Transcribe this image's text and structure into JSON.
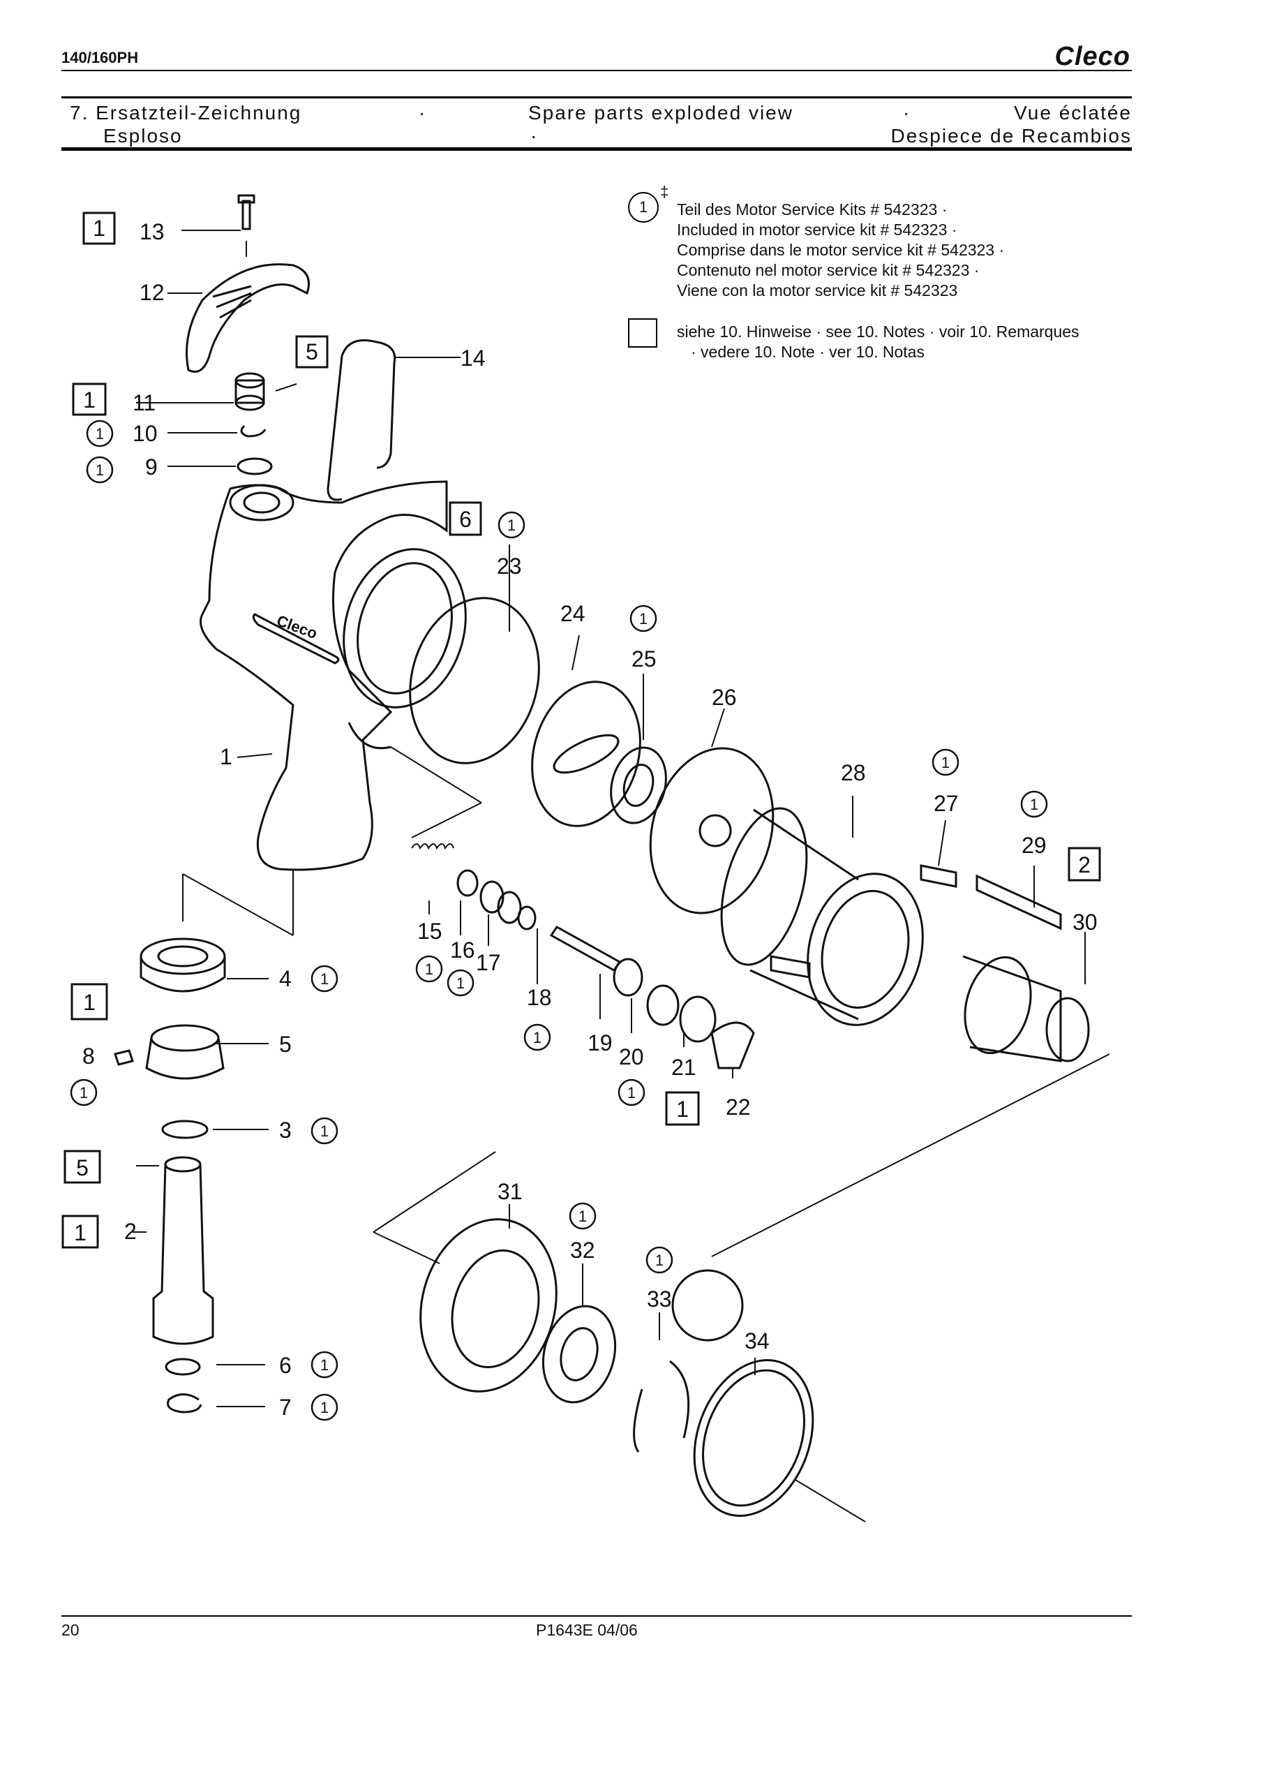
{
  "header": {
    "model": "140/160PH",
    "brand": "Cleco"
  },
  "section": {
    "line1_left": "7.  Ersatzteil-Zeichnung",
    "line1_sep1": "·",
    "line1_mid": "Spare parts exploded view",
    "line1_sep2": "·",
    "line1_right": "Vue éclatée",
    "line2_left": "Esploso",
    "line2_mid": "·",
    "line2_right": "Despiece de Recambios"
  },
  "legend": {
    "kit_symbol": "1",
    "kit_mark": "‡",
    "kit_lines": [
      "Teil des Motor Service Kits # 542323  ·",
      "Included in motor service kit # 542323 ·",
      "Comprise dans le motor service kit  # 542323  ·",
      "Contenuto nel motor service kit # 542323  ·",
      "Viene con la motor service kit # 542323"
    ],
    "note_lines": [
      "siehe 10. Hinweise  ·  see 10. Notes  ·  voir 10. Remarques",
      "·  vedere 10. Note  ·  ver 10. Notas"
    ]
  },
  "part_numbers": [
    "1",
    "2",
    "3",
    "4",
    "5",
    "6",
    "7",
    "8",
    "9",
    "10",
    "11",
    "12",
    "13",
    "14",
    "15",
    "16",
    "17",
    "18",
    "19",
    "20",
    "21",
    "22",
    "23",
    "24",
    "25",
    "26",
    "27",
    "28",
    "29",
    "30",
    "31",
    "32",
    "33",
    "34"
  ],
  "note_boxes": [
    "1",
    "5",
    "1",
    "6",
    "2",
    "1",
    "5",
    "1",
    "1"
  ],
  "product_logo_text": "Cleco",
  "footer": {
    "page": "20",
    "doc": "P1643E   04/06"
  }
}
